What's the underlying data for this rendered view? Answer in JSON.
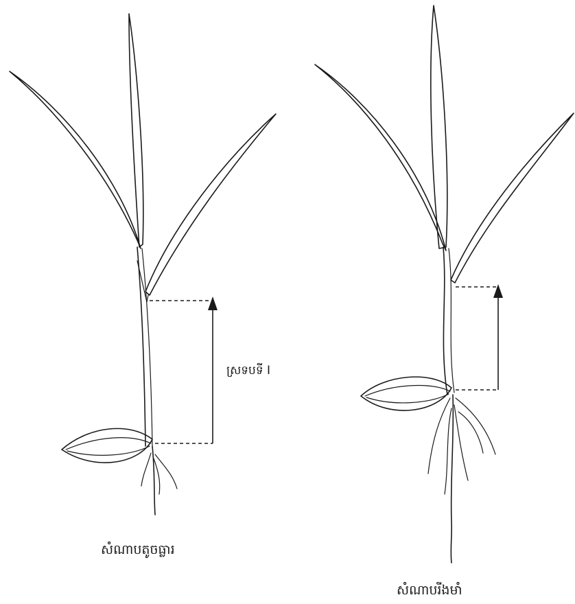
{
  "left_plant": {
    "caption": "សំណាបតូចធ្លារ",
    "dimension_label": "ស្រទបទី I"
  },
  "right_plant": {
    "caption": "សំណាបរីងមាំ"
  }
}
